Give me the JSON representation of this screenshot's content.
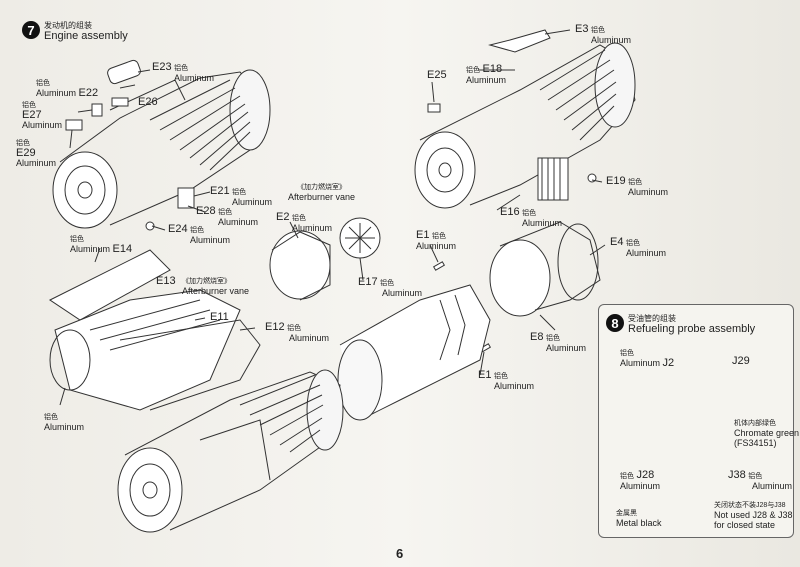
{
  "step7": {
    "number": "7",
    "title_zh": "发动机的组装",
    "title_en": "Engine assembly"
  },
  "step8": {
    "number": "8",
    "title_zh": "受油管的组装",
    "title_en": "Refueling probe assembly"
  },
  "page_number": "6",
  "labels": {
    "e23": {
      "code": "E23",
      "zh": "铝色",
      "en": "Aluminum"
    },
    "e22": {
      "code": "E22",
      "zh": "铝色",
      "en": "Aluminum"
    },
    "e27": {
      "code": "E27",
      "zh": "铝色",
      "en": "Aluminum"
    },
    "e26": {
      "code": "E26"
    },
    "e29": {
      "code": "E29",
      "zh": "铝色",
      "en": "Aluminum"
    },
    "e21": {
      "code": "E21",
      "zh": "铝色",
      "en": "Aluminum"
    },
    "e28": {
      "code": "E28",
      "zh": "铝色",
      "en": "Aluminum"
    },
    "e24": {
      "code": "E24",
      "zh": "铝色",
      "en": "Aluminum"
    },
    "e3": {
      "code": "E3",
      "zh": "铝色",
      "en": "Aluminum"
    },
    "e18": {
      "code": "E18",
      "zh": "铝色",
      "en": "Aluminum"
    },
    "e25": {
      "code": "E25"
    },
    "e19": {
      "code": "E19",
      "zh": "铝色",
      "en": "Aluminum"
    },
    "e16": {
      "code": "E16",
      "zh": "铝色",
      "en": "Aluminum"
    },
    "e2": {
      "code": "E2",
      "zh": "铝色",
      "en": "Aluminum"
    },
    "vane1": {
      "zh": "《加力燃烧室》",
      "en": "Afterburner vane"
    },
    "e17": {
      "code": "E17",
      "zh": "铝色",
      "en": "Aluminum"
    },
    "e1a": {
      "code": "E1",
      "zh": "铝色",
      "en": "Aluminum"
    },
    "e4": {
      "code": "E4",
      "zh": "铝色",
      "en": "Aluminum"
    },
    "e14": {
      "code": "E14",
      "zh": "铝色",
      "en": "Aluminum"
    },
    "e13": {
      "code": "E13"
    },
    "vane2": {
      "zh": "《加力燃烧室》",
      "en": "Afterburner vane"
    },
    "e11": {
      "code": "E11"
    },
    "e12": {
      "code": "E12",
      "zh": "铝色",
      "en": "Aluminum"
    },
    "e8": {
      "code": "E8",
      "zh": "铝色",
      "en": "Aluminum"
    },
    "e1b": {
      "code": "E1",
      "zh": "铝色",
      "en": "Aluminum"
    },
    "alu_bottom": {
      "zh": "铝色",
      "en": "Aluminum"
    },
    "j2": {
      "code": "J2",
      "zh": "铝色",
      "en": "Aluminum"
    },
    "j29": {
      "code": "J29"
    },
    "green": {
      "zh": "机体内部绿色",
      "en": "Chromate green",
      "sub": "(FS34151)"
    },
    "j28": {
      "code": "J28",
      "zh": "铝色",
      "en": "Aluminum"
    },
    "j38": {
      "code": "J38",
      "zh": "铝色",
      "en": "Aluminum"
    },
    "metal": {
      "zh": "金属黑",
      "en": "Metal black"
    },
    "note": {
      "zh": "关闭状态不装J28与J38",
      "en1": "Not used J28 & J38",
      "en2": "for closed state"
    }
  }
}
